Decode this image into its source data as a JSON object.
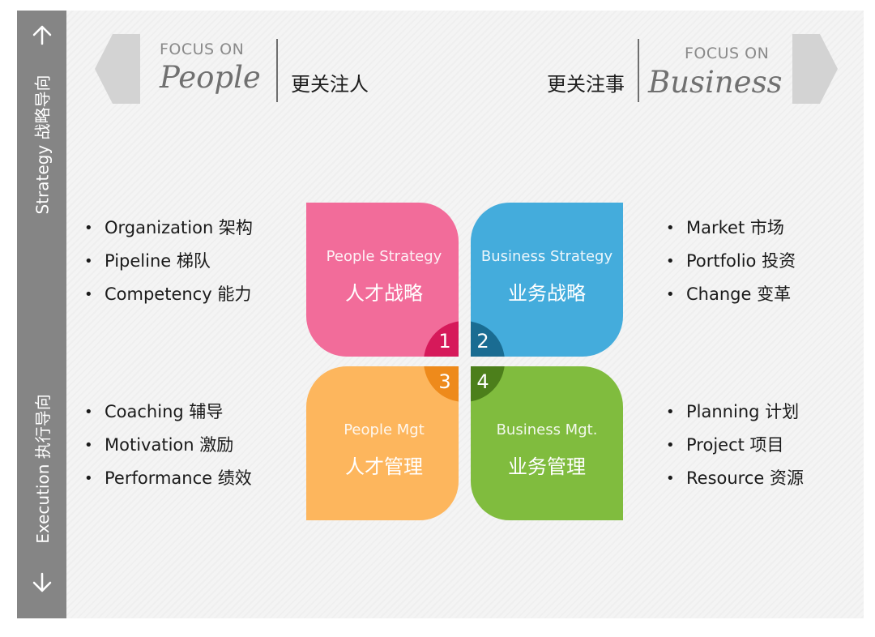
{
  "sidebar": {
    "top_label": "Strategy 战略导向",
    "bottom_label": "Execution 执行导向",
    "up_arrow_icon": "arrow-up-icon",
    "down_arrow_icon": "arrow-down-icon"
  },
  "header": {
    "left": {
      "focus_on": "FOCUS ON",
      "word": "People",
      "cn": "更关注人"
    },
    "right": {
      "focus_on": "FOCUS ON",
      "word": "Business",
      "cn": "更关注事"
    }
  },
  "quadrants": [
    {
      "number": "1",
      "en": "People Strategy",
      "cn": "人才战略",
      "color": "#f26c9a",
      "corner_color": "#d6195a"
    },
    {
      "number": "2",
      "en": "Business Strategy",
      "cn": "业务战略",
      "color": "#44acdc",
      "corner_color": "#1a6c92"
    },
    {
      "number": "3",
      "en": "People Mgt",
      "cn": "人才管理",
      "color": "#fdb65d",
      "corner_color": "#ee8a1b"
    },
    {
      "number": "4",
      "en": "Business Mgt.",
      "cn": "业务管理",
      "color": "#80bc3e",
      "corner_color": "#4c7f1b"
    }
  ],
  "lists": {
    "top_left": [
      "Organization 架构",
      "Pipeline 梯队",
      "Competency 能力"
    ],
    "top_right": [
      "Market 市场",
      "Portfolio 投资",
      "Change 变革"
    ],
    "bottom_left": [
      "Coaching 辅导",
      "Motivation 激励",
      "Performance 绩效"
    ],
    "bottom_right": [
      "Planning 计划",
      "Project 项目",
      "Resource 资源"
    ]
  }
}
